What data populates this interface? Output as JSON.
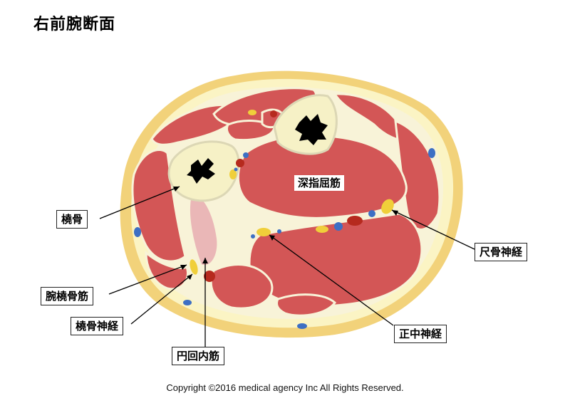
{
  "title": "右前腕断面",
  "labels": {
    "fdp": "深指屈筋",
    "radius": "橈骨",
    "brachioradialis": "腕橈骨筋",
    "radial_nerve": "橈骨神経",
    "pronator_teres": "円回内筋",
    "median_nerve": "正中神経",
    "ulnar_nerve": "尺骨神経"
  },
  "copyright": "Copyright ©2016 medical agency Inc All Rights Reserved.",
  "colors": {
    "skin": "#f2d27a",
    "fat": "#fbf4c4",
    "muscle": "#d35656",
    "fascia": "#f8f3d8",
    "bone": "#f6f1c6",
    "nerve": "#f0cf3a",
    "vein": "#3d6fc4",
    "artery": "#b62a1e",
    "marrow": "#000000"
  }
}
